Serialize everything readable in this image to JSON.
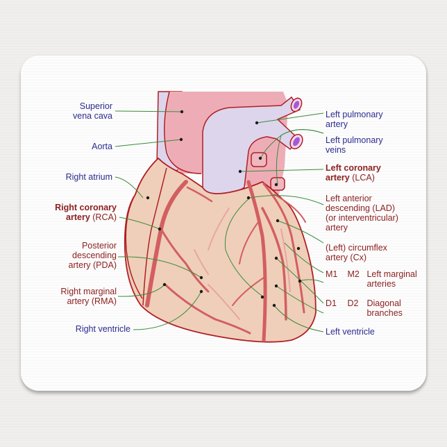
{
  "colors": {
    "background": "#efedeb",
    "pad": "#fdfdfd",
    "label_blue": "#2b2b8f",
    "label_red": "#8c2121",
    "leader_line": "#3a8a3a",
    "heart_tissue": "#efcfb9",
    "heart_outline": "#b01e24",
    "artery": "#d35e62",
    "aorta": "#eeadb6",
    "vein_lilac": "#ddd5ec",
    "vessel_lumen": "#a45bd1"
  },
  "labels_left": {
    "superior_vena_cava": {
      "line1": "Superior",
      "line2": "vena cava"
    },
    "aorta": {
      "line1": "Aorta"
    },
    "right_atrium": {
      "line1": "Right atrium"
    },
    "rca": {
      "line1": "Right coronary",
      "line2_bold": "artery",
      "line2_rest": " (RCA)"
    },
    "pda": {
      "line1": "Posterior",
      "line2": "descending",
      "line3": "artery (PDA)"
    },
    "rma": {
      "line1": "Right marginal",
      "line2": "artery (RMA)"
    },
    "right_ventricle": {
      "line1": "Right ventricle"
    }
  },
  "labels_right": {
    "left_pulmonary_artery": {
      "line1": "Left pulmonary",
      "line2": "artery"
    },
    "left_pulmonary_veins": {
      "line1": "Left pulmonary",
      "line2": "veins"
    },
    "lca": {
      "line1": "Left coronary",
      "line2_bold": "artery",
      "line2_rest": " (LCA)"
    },
    "lad": {
      "line1": "Left anterior",
      "line2": "descending (LAD)",
      "line3": "(or interventricular)",
      "line4": "artery"
    },
    "circumflex": {
      "line1": "(Left) circumflex",
      "line2": "artery (Cx)"
    },
    "marginal": {
      "code1": "M1",
      "code2": "M2",
      "line1": "Left marginal",
      "line2": "arteries"
    },
    "diagonal": {
      "code1": "D1",
      "code2": "D2",
      "line1": "Diagonal",
      "line2": "branches"
    },
    "left_ventricle": {
      "line1": "Left ventricle"
    }
  }
}
